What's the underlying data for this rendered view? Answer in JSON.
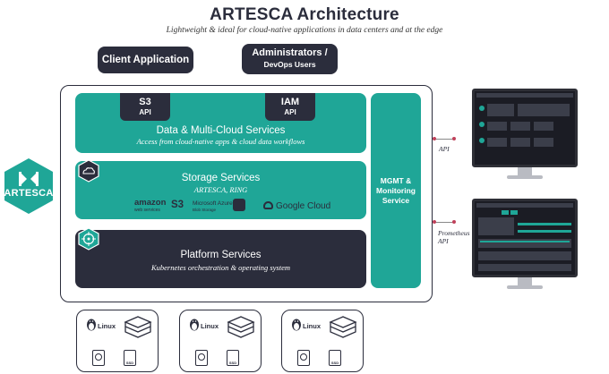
{
  "header": {
    "title": "ARTESCA Architecture",
    "subtitle": "Lightweight & ideal for cloud-native applications in data centers and at the edge"
  },
  "clients": {
    "client_app": "Client Application",
    "admins_line1": "Administrators /",
    "admins_line2": "DevOps Users"
  },
  "data_services": {
    "s3_label": "S3",
    "s3_api": "API",
    "iam_label": "IAM",
    "iam_api": "API",
    "title": "Data & Multi-Cloud Services",
    "subtitle": "Access from cloud-native apps & cloud data workflows"
  },
  "storage_services": {
    "title": "Storage Services",
    "subtitle": "ARTESCA, RING",
    "logos": {
      "amazon": "amazon",
      "amazon_small": "web services",
      "s3": "S3",
      "azure": "Microsoft Azure",
      "azure_small": "Blob Storage",
      "google": "Google Cloud"
    }
  },
  "platform_services": {
    "title": "Platform Services",
    "subtitle": "Kubernetes orchestration & operating system"
  },
  "mgmt": {
    "line1": "MGMT &",
    "line2": "Monitoring",
    "line3": "Service"
  },
  "brand": {
    "name": "ARTESCA",
    "color_teal": "#1fa697",
    "color_dark": "#2b2d3c"
  },
  "apis": {
    "api_label": "API",
    "prometheus_line1": "Prometheus",
    "prometheus_line2": "API"
  },
  "servers": [
    {
      "os": "Linux",
      "disk_label": "SSD"
    },
    {
      "os": "Linux",
      "disk_label": "SSD"
    },
    {
      "os": "Linux",
      "disk_label": "SSD"
    }
  ]
}
